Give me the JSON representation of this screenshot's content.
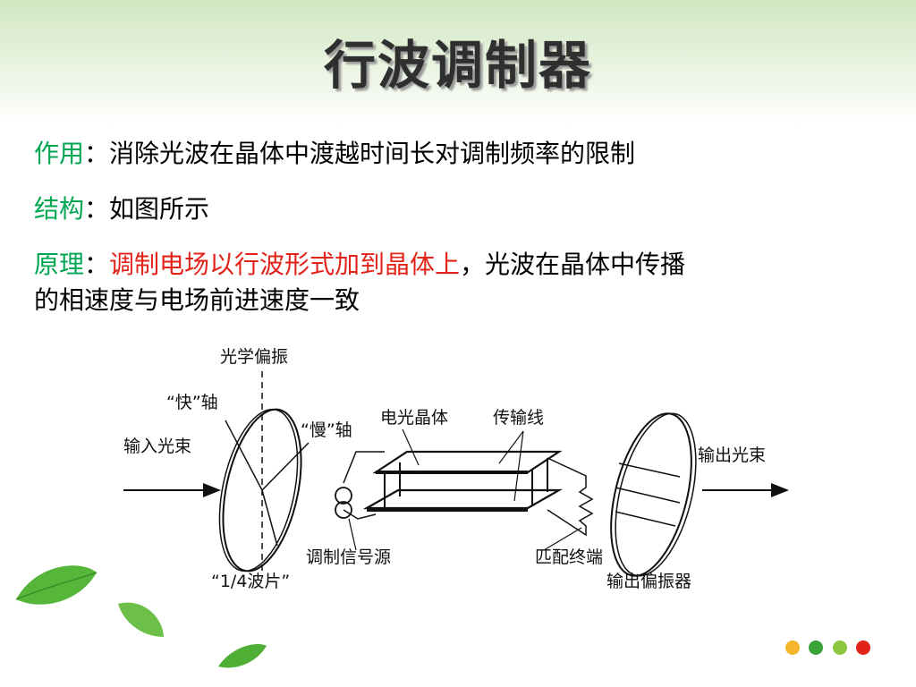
{
  "title": "行波调制器",
  "lines": {
    "zuoyong_label": "作用",
    "zuoyong_colon": "：",
    "zuoyong_text": "消除光波在晶体中渡越时间长对调制频率的限制",
    "jiegou_label": "结构",
    "jiegou_colon": "：",
    "jiegou_text": "如图所示",
    "yuanli_label": "原理",
    "yuanli_colon": "：",
    "yuanli_red": "调制电场以行波形式加到晶体上",
    "yuanli_rest": "，光波在晶体中传播",
    "yuanli_line2": "的相速度与电场前进速度一致"
  },
  "diagram": {
    "optical_polarization": "光学偏振",
    "fast_axis": "“快”轴",
    "slow_axis": "“慢”轴",
    "input_beam": "输入光束",
    "eo_crystal": "电光晶体",
    "transmission_line": "传输线",
    "output_beam": "输出光束",
    "signal_source": "调制信号源",
    "quarter_wave": "“1/4波片”",
    "matched_termination": "匹配终端",
    "output_polarizer": "输出偏振器"
  },
  "colors": {
    "title": "#2f2f2f",
    "label_green": "#00a651",
    "highlight_red": "#e2231a",
    "dots": [
      "#f5b62b",
      "#3aa335",
      "#8cc63f",
      "#e2231a"
    ],
    "leaf": "#55b63a"
  }
}
